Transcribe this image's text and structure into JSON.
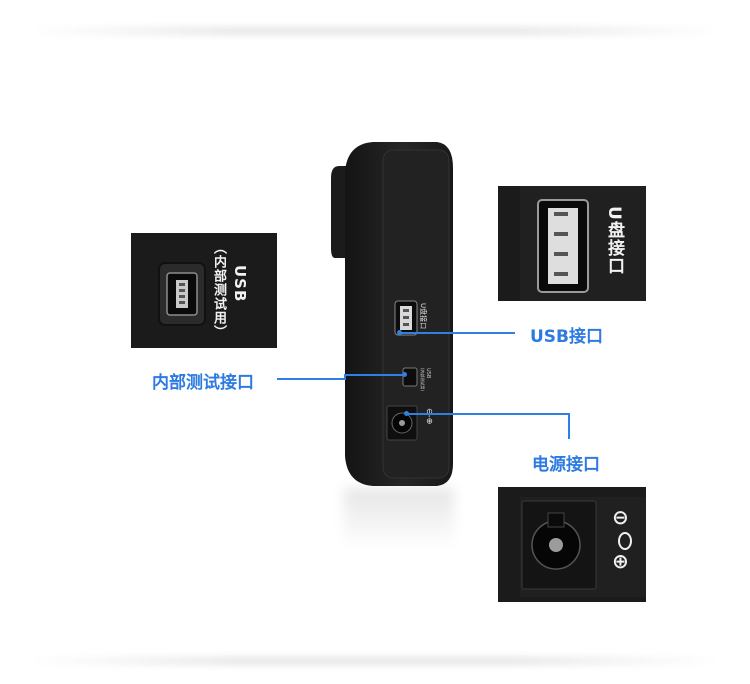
{
  "insets": {
    "usb_mini": {
      "title": "USB",
      "subtitle": "（内部测试用）"
    },
    "usb_a": {
      "title": "U盘接口"
    },
    "power": {
      "polarity_top": "⊖",
      "polarity_bottom": "⊕"
    }
  },
  "device": {
    "port_label_usb_a": "U盘接口",
    "port_label_usb_mini": "USB",
    "port_label_usb_mini_sub": "(内部测试用)",
    "port_label_power": "⊖-⊕"
  },
  "callouts": {
    "usb": "USB接口",
    "internal_test": "内部测试接口",
    "power": "电源接口"
  },
  "colors": {
    "callout_blue": "#2d7be0",
    "device_body": "#1c1c1d",
    "panel_bg": "#1b1b1c"
  }
}
